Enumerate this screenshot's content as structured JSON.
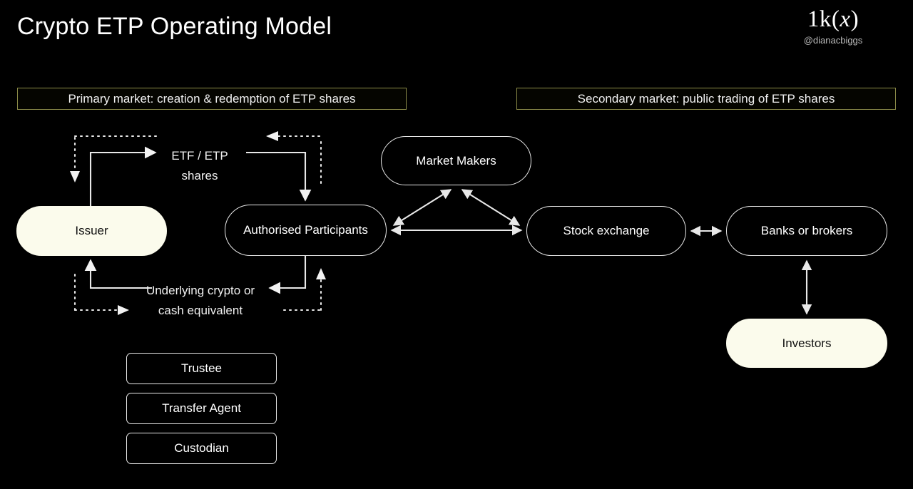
{
  "header": {
    "title": "Crypto ETP Operating Model",
    "logo_mark_prefix": "1k(",
    "logo_mark_var": "x",
    "logo_mark_suffix": ")",
    "handle": "@dianacbiggs"
  },
  "banners": {
    "primary": "Primary market: creation & redemption of ETP shares",
    "secondary": "Secondary market: public trading of ETP shares"
  },
  "nodes": {
    "issuer": "Issuer",
    "authorised_participants": "Authorised Participants",
    "market_makers": "Market Makers",
    "stock_exchange": "Stock exchange",
    "banks_or_brokers": "Banks or brokers",
    "investors": "Investors"
  },
  "service_boxes": [
    {
      "label": "Trustee"
    },
    {
      "label": "Transfer Agent"
    },
    {
      "label": "Custodian"
    }
  ],
  "flow_labels": {
    "etf_shares": "ETF / ETP shares",
    "underlying": "Underlying crypto or cash equivalent"
  },
  "colors": {
    "background": "#000000",
    "stroke": "#e8e8e8",
    "filled_node": "#fbfbec",
    "filled_node_text": "#101010",
    "banner_border": "#8c8c49",
    "text": "#ffffff",
    "muted_text": "#b9b9b9"
  },
  "connectors": [
    {
      "name": "issuer-to-ap-shares",
      "style": "solid",
      "direction": "right"
    },
    {
      "name": "ap-to-issuer-underlying",
      "style": "solid",
      "direction": "left"
    },
    {
      "name": "ap-return-shares-dotted",
      "style": "dotted",
      "direction": "left"
    },
    {
      "name": "issuer-return-cash-dotted",
      "style": "dotted",
      "direction": "right"
    },
    {
      "name": "ap-to-exchange",
      "style": "solid",
      "direction": "both"
    },
    {
      "name": "ap-to-market-makers",
      "style": "solid",
      "direction": "both"
    },
    {
      "name": "market-makers-to-exchange",
      "style": "solid",
      "direction": "both"
    },
    {
      "name": "exchange-to-banks",
      "style": "solid",
      "direction": "both"
    },
    {
      "name": "banks-to-investors",
      "style": "solid",
      "direction": "both"
    }
  ]
}
